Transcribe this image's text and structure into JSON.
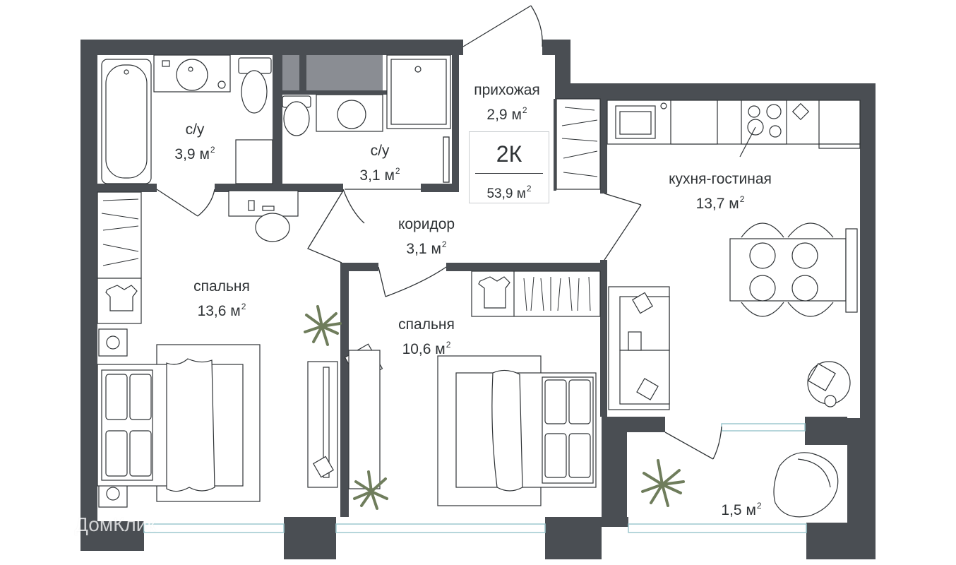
{
  "plan": {
    "rooms_badge": "2К",
    "total_area": "53,9 м",
    "total_area_unit_sup": "2",
    "rooms": [
      {
        "name": "с/у",
        "area": "3,9 м",
        "sup": "2"
      },
      {
        "name": "с/у",
        "area": "3,1 м",
        "sup": "2"
      },
      {
        "name": "прихожая",
        "area": "2,9 м",
        "sup": "2"
      },
      {
        "name": "кухня-гостиная",
        "area": "13,7 м",
        "sup": "2"
      },
      {
        "name": "коридор",
        "area": "3,1 м",
        "sup": "2"
      },
      {
        "name": "спальня",
        "area": "13,6 м",
        "sup": "2"
      },
      {
        "name": "спальня",
        "area": "10,6 м",
        "sup": "2"
      },
      {
        "name": "",
        "area": "1,5 м",
        "sup": "2"
      }
    ]
  },
  "watermark": {
    "text": "ДомКлик",
    "icon": "house-icon"
  },
  "colors": {
    "wall": "#4a4e53",
    "line": "#2f3336",
    "window": "#cfe6ea",
    "plant": "#6f7d5c",
    "shade": "#8a8d93"
  }
}
